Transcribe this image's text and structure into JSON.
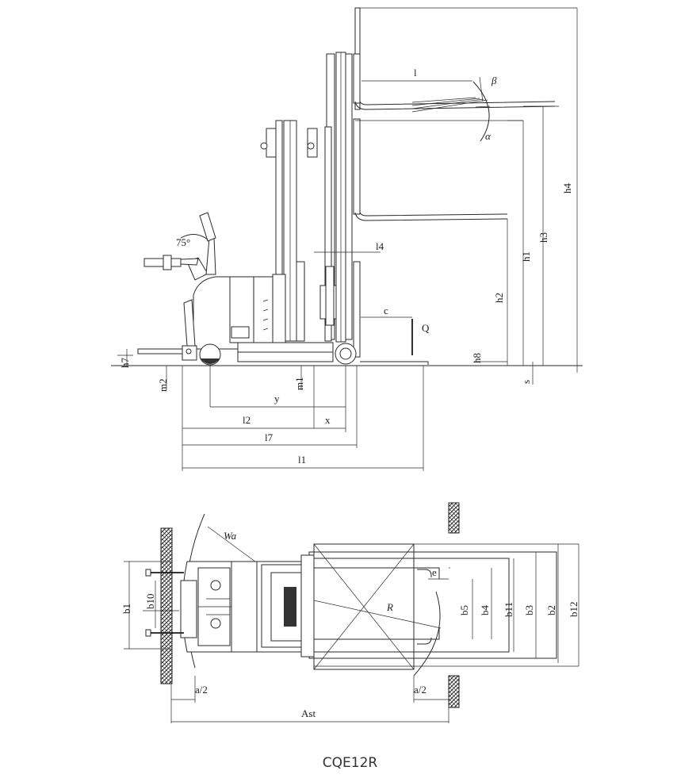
{
  "model_name": "CQE12R",
  "side_view": {
    "angle_steer": "75°",
    "labels": {
      "l": "l",
      "l4": "l4",
      "c": "c",
      "Q": "Q",
      "alpha": "α",
      "beta": "β",
      "h1": "h1",
      "h2": "h2",
      "h3": "h3",
      "h4": "h4",
      "h7": "h7",
      "h8": "h8",
      "s": "s",
      "m1": "m1",
      "m2": "m2",
      "y": "y",
      "x": "x",
      "l1": "l1",
      "l2": "l2",
      "l7": "l7"
    }
  },
  "top_view": {
    "labels": {
      "Wa": "Wa",
      "R": "R",
      "e": "e",
      "b1": "b1",
      "b2": "b2",
      "b3": "b3",
      "b4": "b4",
      "b5": "b5",
      "b10": "b10",
      "b11": "b11",
      "b12": "b12",
      "a2_left": "a/2",
      "a2_right": "a/2",
      "Ast": "Ast"
    }
  }
}
